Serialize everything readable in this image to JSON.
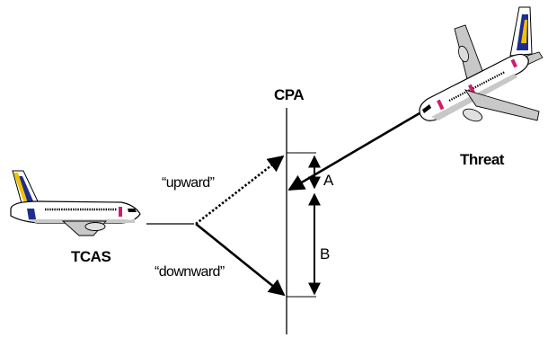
{
  "labels": {
    "cpa": "CPA",
    "threat": "Threat",
    "tcas": "TCAS",
    "upward": "“upward”",
    "downward": "“downward”",
    "a": "A",
    "b": "B"
  },
  "colors": {
    "line": "#000000",
    "aircraft_body": "#ffffff",
    "aircraft_shade": "#b8b8b8",
    "tail_blue": "#1f2d8f",
    "tail_yellow": "#f2c200",
    "accent_pink": "#d21a6e"
  },
  "icons": {
    "tcas_aircraft": "airliner-icon",
    "threat_aircraft": "airliner-icon"
  }
}
